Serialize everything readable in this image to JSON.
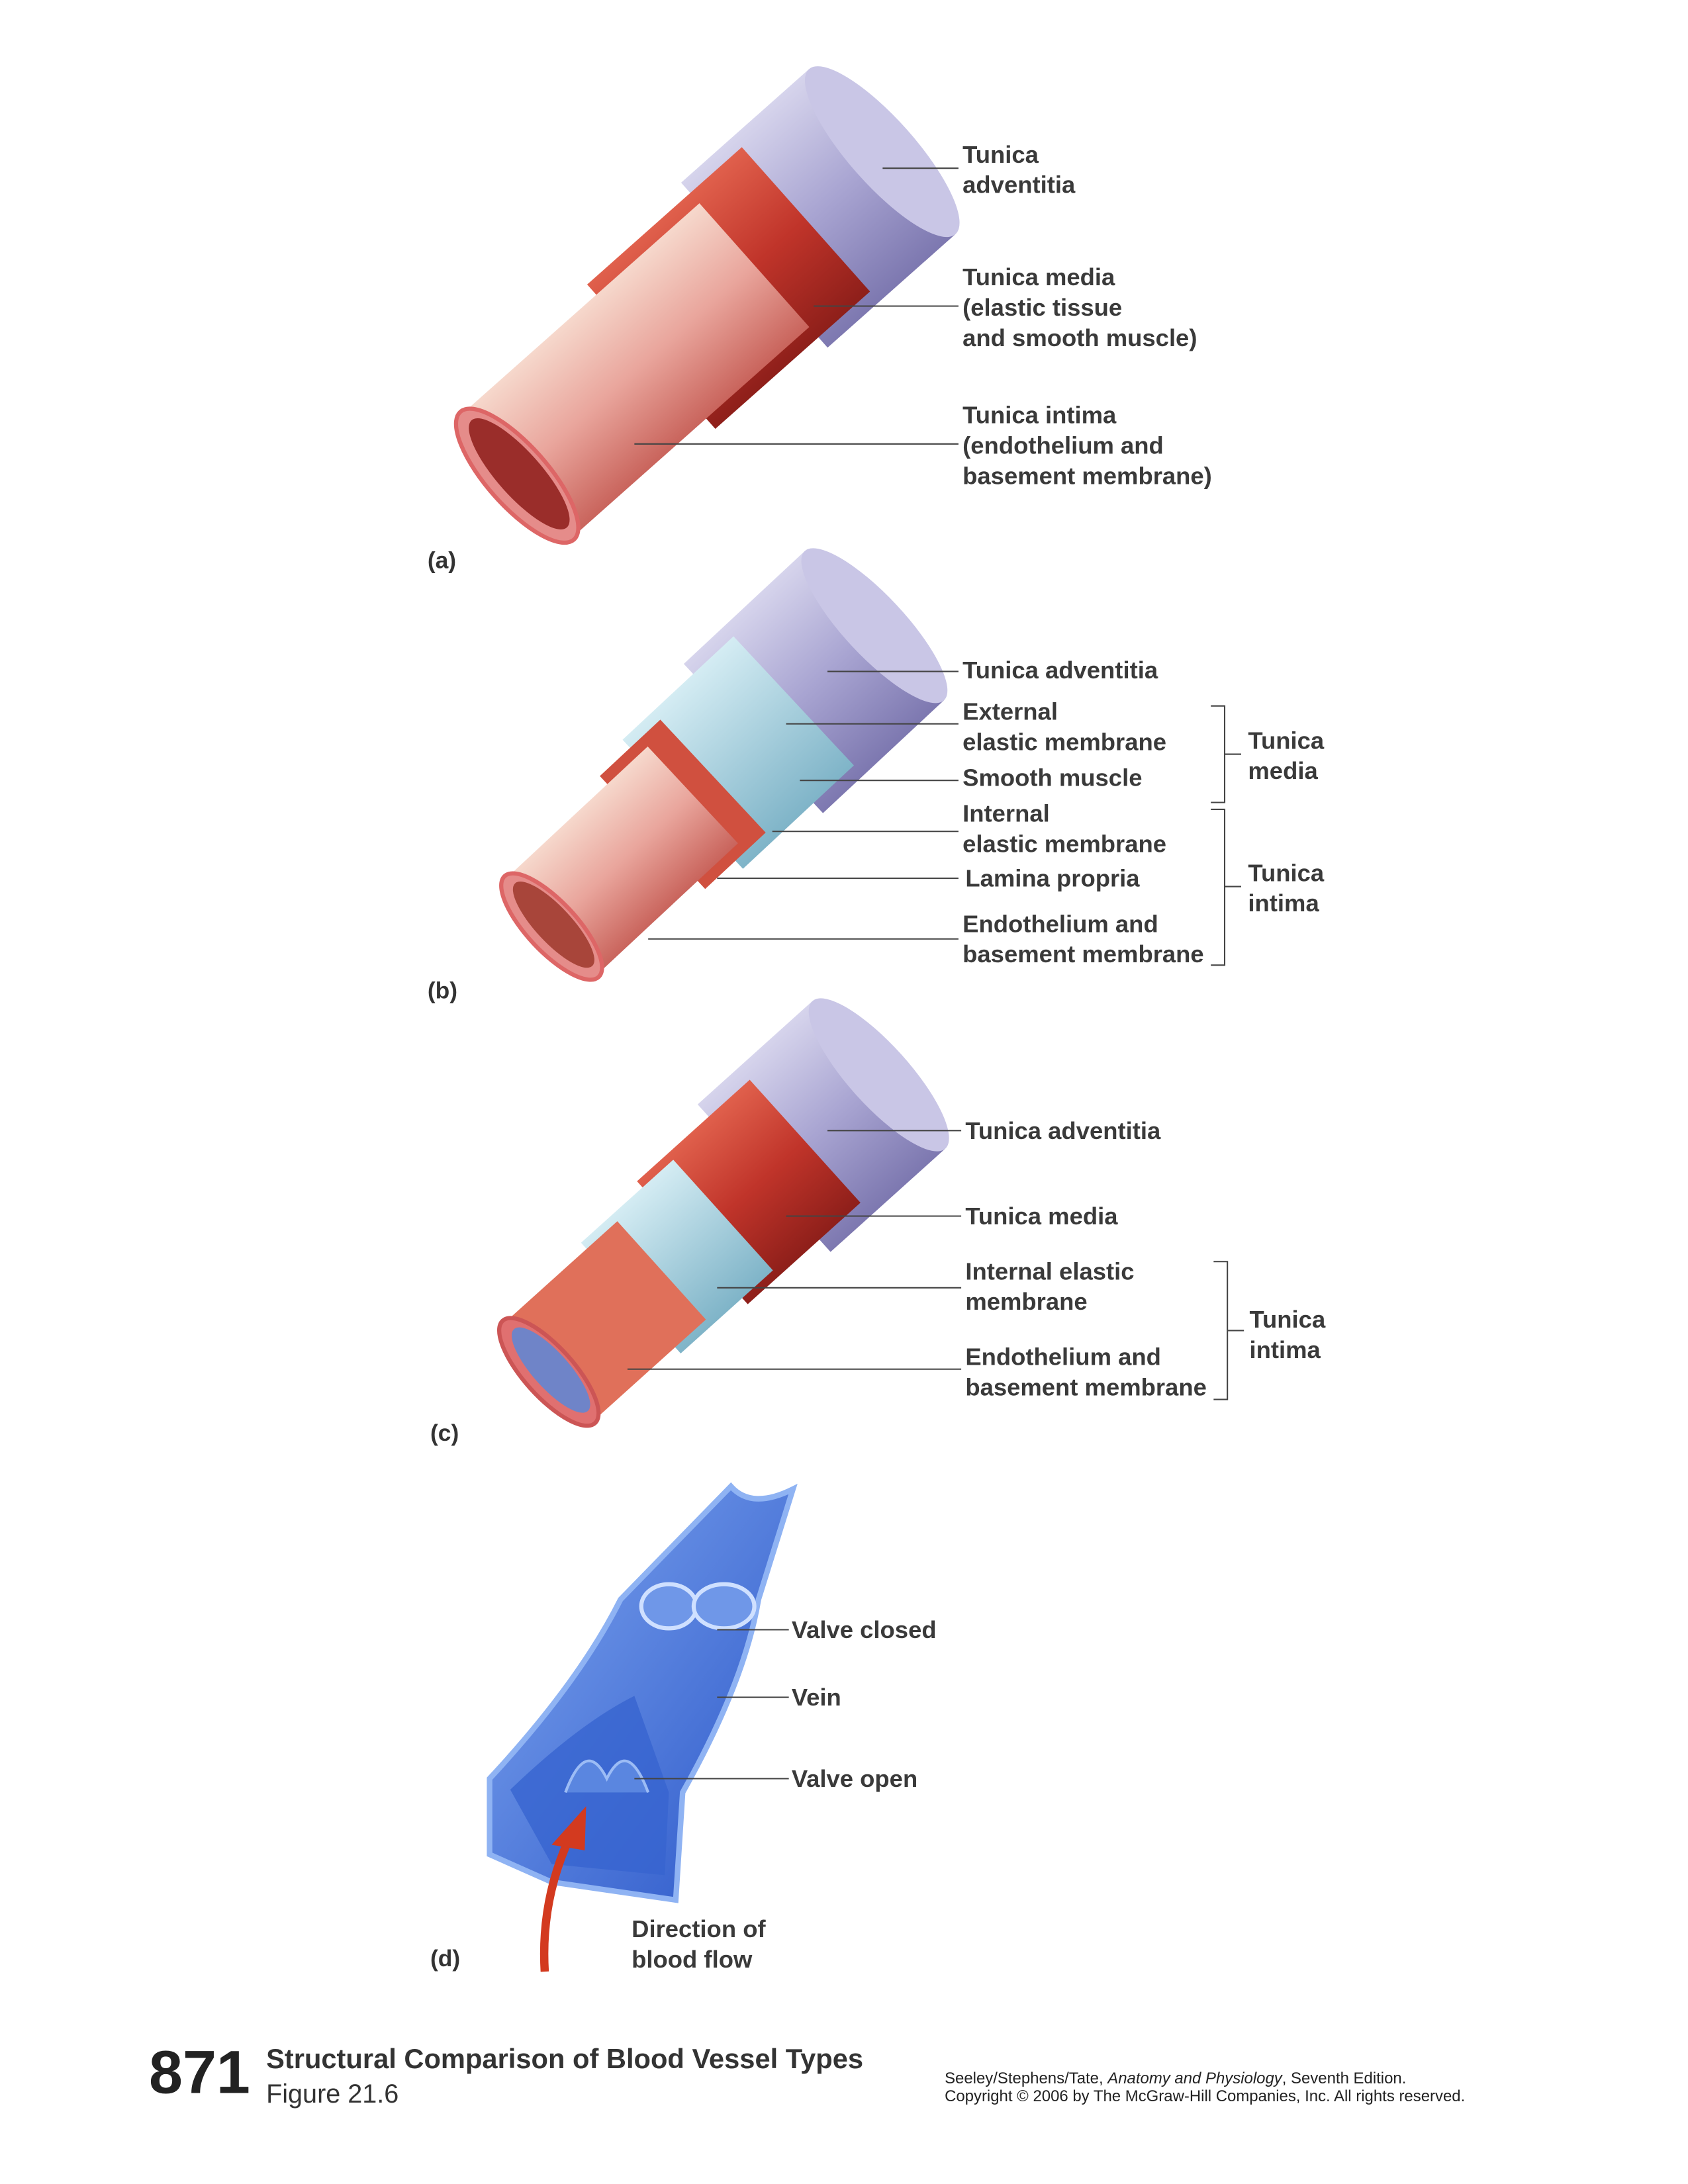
{
  "panels": {
    "a": {
      "tag": "(a)",
      "labels": [
        "Tunica",
        "adventitia",
        "Tunica media",
        "(elastic tissue",
        "and smooth muscle)",
        "Tunica intima",
        "(endothelium and",
        "basement membrane)"
      ]
    },
    "b": {
      "tag": "(b)",
      "labels": [
        "Tunica adventitia",
        "External",
        "elastic membrane",
        "Smooth muscle",
        "Internal",
        "elastic membrane",
        "Lamina propria",
        "Endothelium and",
        "basement membrane"
      ],
      "groups": [
        "Tunica",
        "media",
        "Tunica",
        "intima"
      ]
    },
    "c": {
      "tag": "(c)",
      "labels": [
        "Tunica adventitia",
        "Tunica media",
        "Internal elastic",
        "membrane",
        "Endothelium and",
        "basement membrane"
      ],
      "groups": [
        "Tunica",
        "intima"
      ]
    },
    "d": {
      "tag": "(d)",
      "labels": [
        "Valve closed",
        "Vein",
        "Valve open",
        "Direction of",
        "blood flow"
      ]
    }
  },
  "footer": {
    "page_number": "871",
    "title": "Structural Comparison of Blood Vessel Types",
    "figure": "Figure 21.6",
    "credit_authors": "Seeley/Stephens/Tate, ",
    "credit_book": "Anatomy and Physiology",
    "credit_edition": ", Seventh Edition.",
    "copyright": "Copyright © 2006 by The McGraw-Hill Companies, Inc. All rights reserved."
  },
  "colors": {
    "adventitia": "#aeaad6",
    "media": "#c73a2c",
    "intima": "#e9a59c",
    "elastic": "#9cc9d8",
    "vein": "#3f6fd8"
  }
}
